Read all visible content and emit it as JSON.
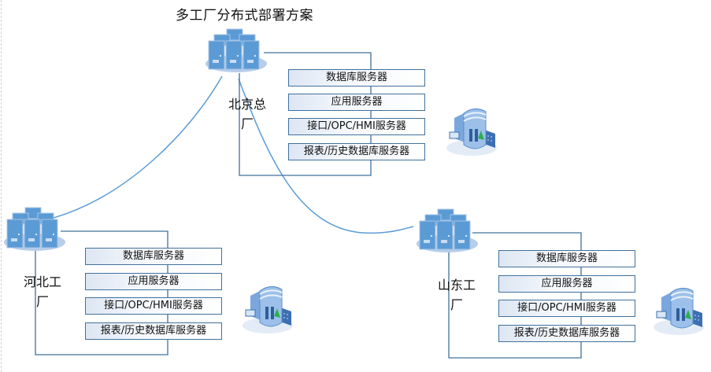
{
  "title": "多工厂分布式部署方案",
  "colors": {
    "line": "#5b9bd5",
    "connector": "#41719c",
    "server_fill": "#5b9bd5",
    "server_base": "#b7cde8",
    "box_border": "#41719c"
  },
  "sites": [
    {
      "id": "beijing",
      "name": "北京总厂",
      "label_lines": [
        "北京总",
        "厂"
      ],
      "server_icon": "server-cluster-icon",
      "building_icon": "office-building-icon",
      "servers": [
        "数据库服务器",
        "应用服务器",
        "接口/OPC/HMI服务器",
        "报表/历史数据库服务器"
      ]
    },
    {
      "id": "hebei",
      "name": "河北工厂",
      "label_lines": [
        "河北工",
        "厂"
      ],
      "server_icon": "server-cluster-icon",
      "building_icon": "office-building-icon",
      "servers": [
        "数据库服务器",
        "应用服务器",
        "接口/OPC/HMI服务器",
        "报表/历史数据库服务器"
      ]
    },
    {
      "id": "shandong",
      "name": "山东工厂",
      "label_lines": [
        "山东工",
        "厂"
      ],
      "server_icon": "server-cluster-icon",
      "building_icon": "office-building-icon",
      "servers": [
        "数据库服务器",
        "应用服务器",
        "接口/OPC/HMI服务器",
        "报表/历史数据库服务器"
      ]
    }
  ],
  "links": [
    {
      "from": "beijing",
      "to": "hebei"
    },
    {
      "from": "beijing",
      "to": "shandong"
    }
  ]
}
